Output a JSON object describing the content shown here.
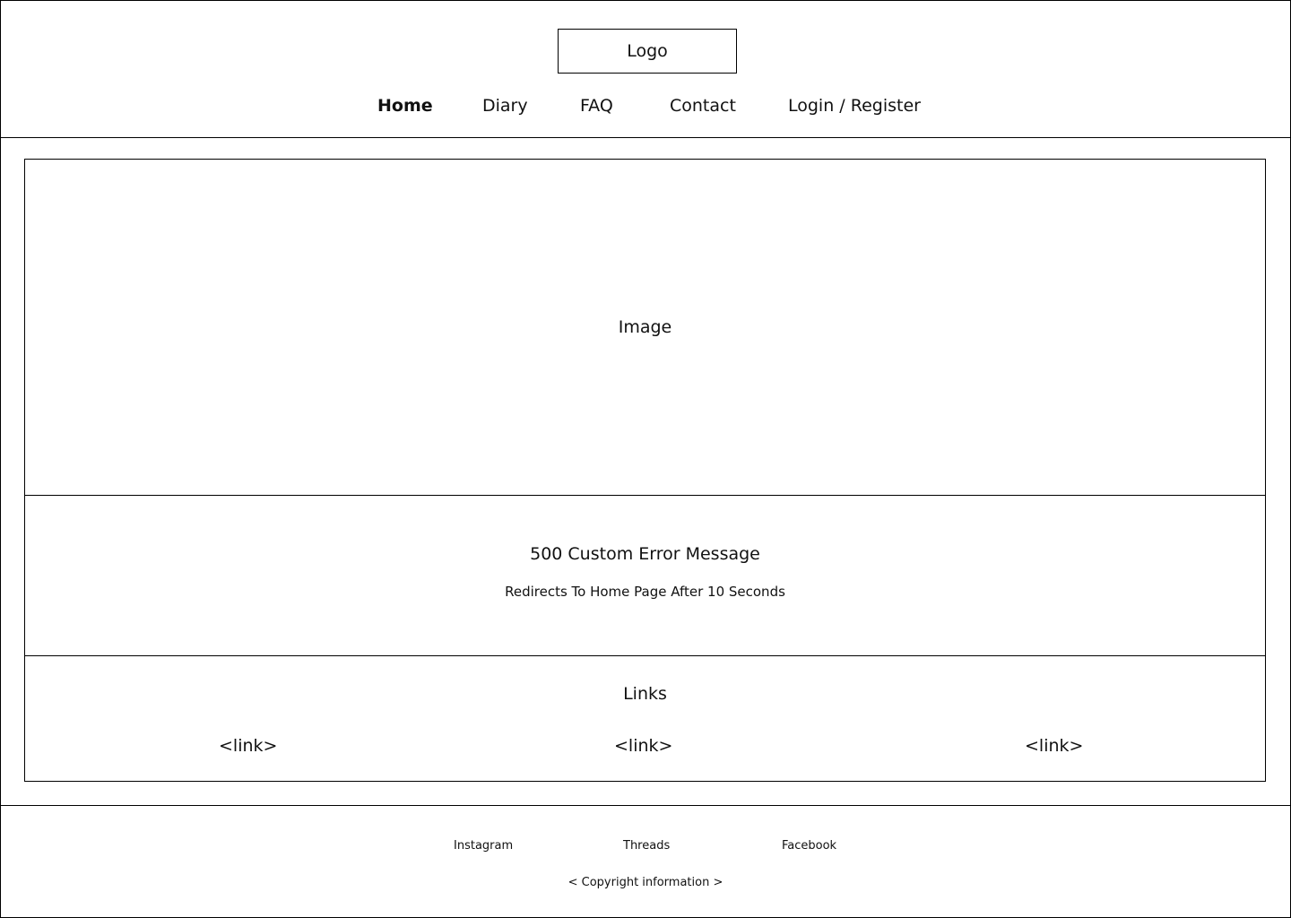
{
  "header": {
    "logo_label": "Logo",
    "nav": [
      {
        "label": "Home",
        "active": true
      },
      {
        "label": "Diary",
        "active": false
      },
      {
        "label": "FAQ",
        "active": false
      },
      {
        "label": "Contact",
        "active": false
      },
      {
        "label": "Login / Register",
        "active": false
      }
    ]
  },
  "main": {
    "image_label": "Image",
    "error": {
      "title": "500 Custom Error Message",
      "subtitle": "Redirects To Home Page After 10 Seconds"
    },
    "links": {
      "heading": "Links",
      "items": [
        "<link>",
        "<link>",
        "<link>"
      ]
    }
  },
  "footer": {
    "social": [
      "Instagram",
      "Threads",
      "Facebook"
    ],
    "copyright": "< Copyright information >"
  }
}
